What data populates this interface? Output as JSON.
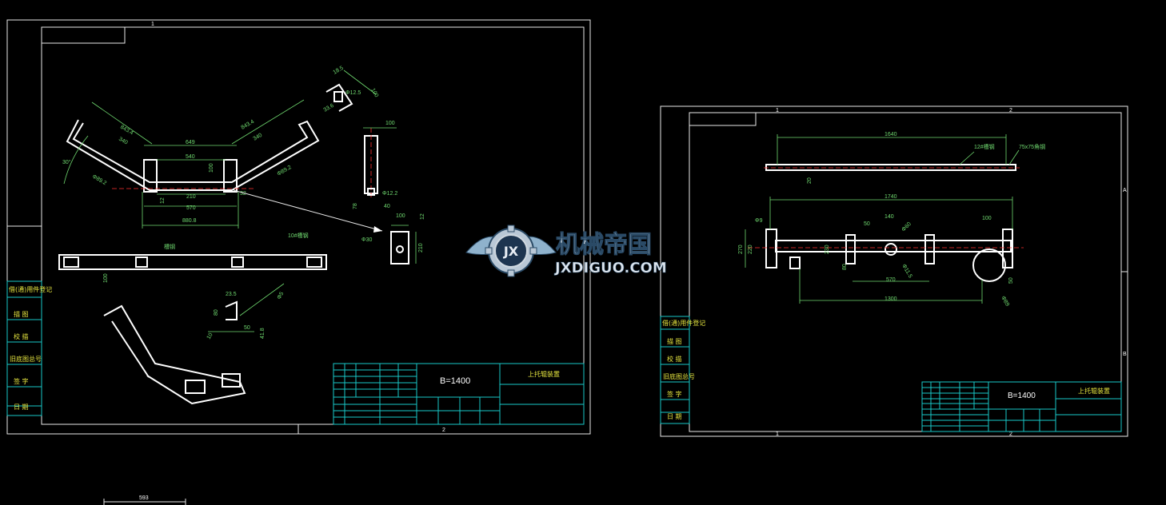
{
  "watermark": {
    "brand_cn": "机械帝国",
    "brand_en": "JXDIGUO.COM",
    "emblem_text": "JX"
  },
  "left_sheet": {
    "grid_top": "1",
    "grid_bottom": "2",
    "title_block": {
      "spec": "B=1400",
      "name": "上托辊装置"
    },
    "side_labels": [
      "借(通)用件登记",
      "描 图",
      "校 描",
      "旧底图总号",
      "签 字",
      "日 期"
    ],
    "dims_front": [
      "843.4",
      "340",
      "649",
      "540",
      "30°",
      "Φ89.2",
      "100",
      "32",
      "210",
      "570",
      "880.8",
      "12"
    ],
    "dims_small": [
      "18.5",
      "100",
      "Φ12.5",
      "33.6"
    ],
    "dims_side": [
      "100",
      "Φ12.2",
      "78",
      "40"
    ],
    "dims_block": [
      "100",
      "12",
      "210",
      "Φ30"
    ],
    "dims_beam": [
      "槽钢",
      "10#槽钢",
      "100"
    ],
    "dims_bracket": [
      "23.5",
      "80",
      "50",
      "10",
      "Φ5",
      "41.8"
    ],
    "dim_bottom": "593"
  },
  "right_sheet": {
    "grid_top_1": "1",
    "grid_top_2": "2",
    "grid_bottom_1": "1",
    "grid_bottom_2": "2",
    "grid_side_a": "A",
    "grid_side_b": "B",
    "title_block": {
      "spec": "B=1400",
      "name": "上托辊装置"
    },
    "side_labels": [
      "借(通)用件登记",
      "描 图",
      "校 描",
      "旧底图总号",
      "签 字",
      "日 期"
    ],
    "dims_top": [
      "1640",
      "12#槽钢",
      "75x75角钢",
      "20"
    ],
    "dims_plan": [
      "1740",
      "140",
      "100",
      "50",
      "Φ9",
      "270",
      "220",
      "230",
      "80",
      "570",
      "1300",
      "Φ60",
      "Φ11.5",
      "50",
      "Φ89"
    ]
  },
  "colors": {
    "frame": "#e8e8e8",
    "table_lines": "#19c8c8",
    "dimension": "#6fd96f",
    "part": "#ffffff",
    "centerline": "#ff3030",
    "label_text": "#e8e840"
  }
}
